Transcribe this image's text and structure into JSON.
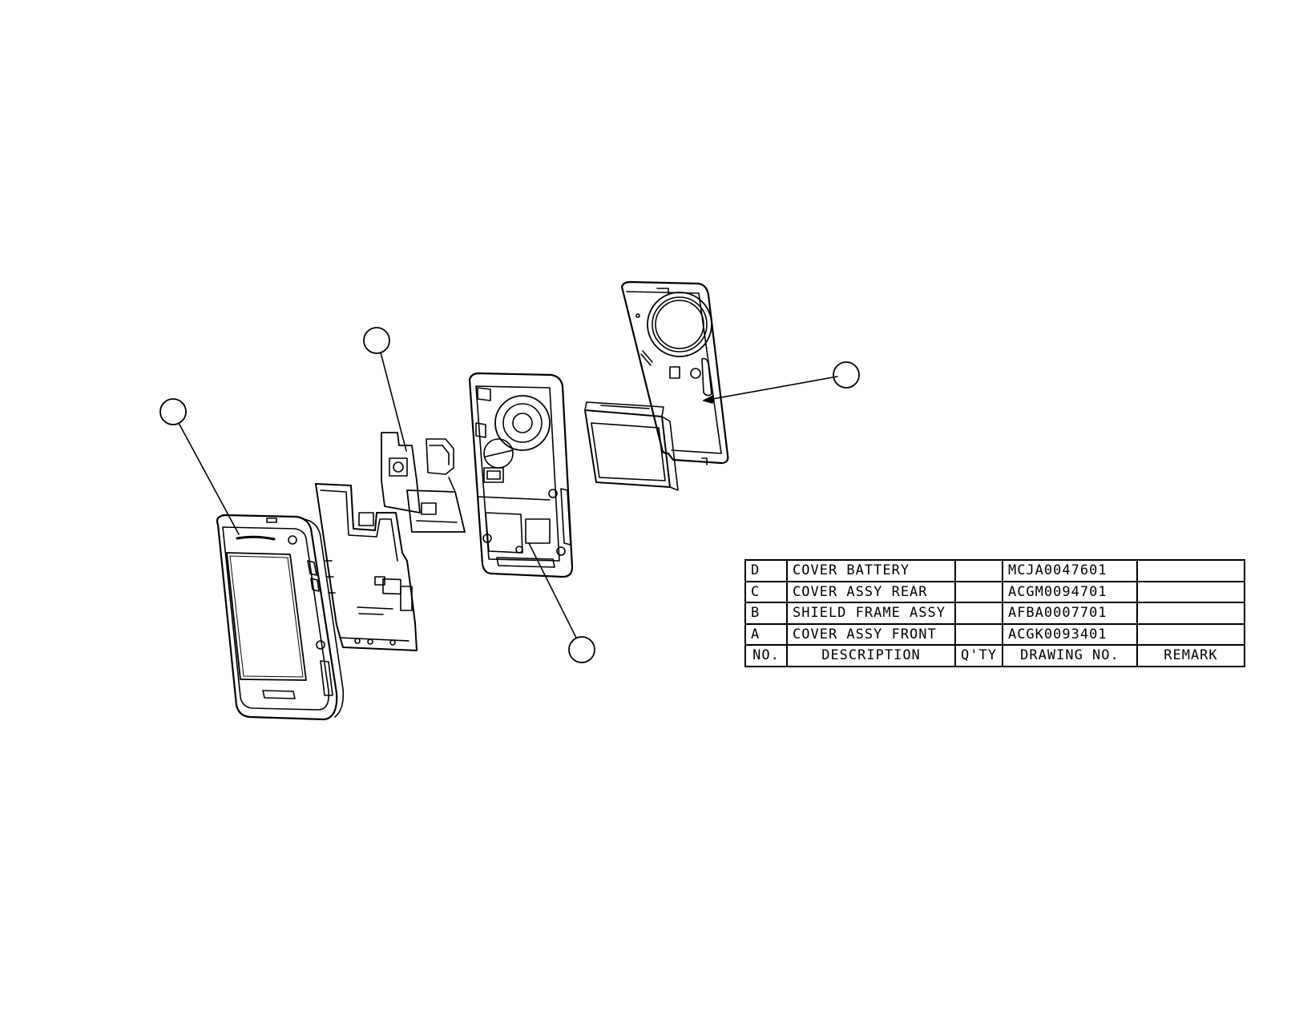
{
  "parts_table": {
    "rows": [
      {
        "no": "D",
        "description": "COVER BATTERY",
        "qty": "",
        "drawing_no": "MCJA0047601",
        "remark": ""
      },
      {
        "no": "C",
        "description": "COVER ASSY REAR",
        "qty": "",
        "drawing_no": "ACGM0094701",
        "remark": ""
      },
      {
        "no": "B",
        "description": "SHIELD FRAME ASSY",
        "qty": "",
        "drawing_no": "AFBA0007701",
        "remark": ""
      },
      {
        "no": "A",
        "description": "COVER ASSY FRONT",
        "qty": "",
        "drawing_no": "ACGK0093401",
        "remark": ""
      }
    ],
    "header": {
      "no": "NO.",
      "description": "DESCRIPTION",
      "qty": "Q'TY",
      "drawing_no": "DRAWING  NO.",
      "remark": "REMARK"
    }
  },
  "colors": {
    "line": "#000000",
    "background": "#ffffff"
  }
}
